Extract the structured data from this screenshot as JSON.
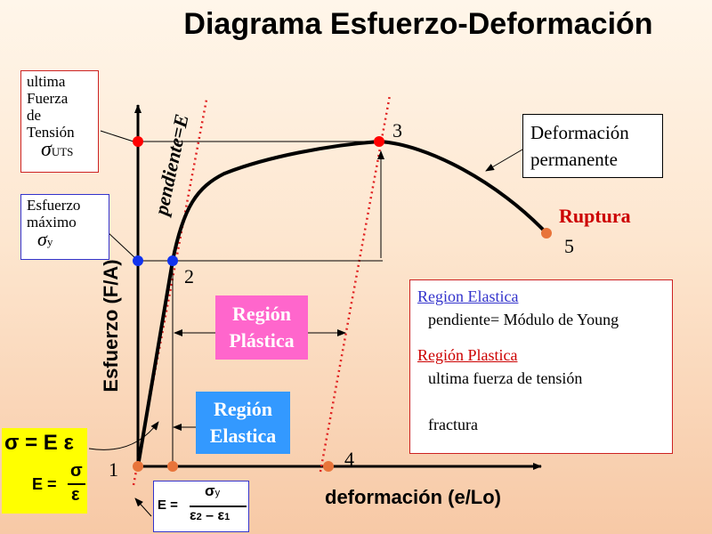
{
  "title": "Diagrama Esfuerzo-Deformación",
  "axes": {
    "y_label": "Esfuerzo  (F/A)",
    "x_label": "deformación (e/Lo)"
  },
  "slope_label": "pendiente=E",
  "points": {
    "p1": "1",
    "p2": "2",
    "p3": "3",
    "p4": "4",
    "p5": "5"
  },
  "rupture_label": "Ruptura",
  "uts_box": {
    "line1": "ultima",
    "line2": "Fuerza",
    "line3": "de",
    "line4": "Tensión",
    "symbol": "σ",
    "subscript": "UTS"
  },
  "yield_box": {
    "line1": "Esfuerzo",
    "line2": "máximo",
    "symbol": "σ",
    "subscript": "y"
  },
  "permanent_box": {
    "line1": "Deformación",
    "line2": "permanente"
  },
  "plastic_region": {
    "line1": "Región",
    "line2": "Plástica"
  },
  "elastic_region": {
    "line1": "Región",
    "line2": "Elastica"
  },
  "legend": {
    "elastic_title": "Region Elastica",
    "elastic_desc": "pendiente= Módulo de Young",
    "plastic_title": "Región Plastica",
    "plastic_desc1": "ultima fuerza de tensión",
    "plastic_desc2": "fractura"
  },
  "hooke": {
    "eq1": "σ = E ε",
    "e_label": "E =",
    "numerator": "σ",
    "denominator": "ε"
  },
  "modulus_formula": {
    "e_label": "E =",
    "numerator": "σ",
    "numerator_sub": "y",
    "eps": "ε",
    "sub2": "2",
    "minus": "– ε",
    "sub1": "1"
  },
  "colors": {
    "uts_border": "#cc2222",
    "yield_border": "#3333cc",
    "legend_border": "#cc2222",
    "plastic_fill": "#ff66cc",
    "elastic_fill": "#3399ff",
    "hooke_fill": "#ffff00",
    "red_point": "#ff0000",
    "blue_point": "#1133ee",
    "orange_point": "#e8743a",
    "rupture": "#cc0000",
    "link_blue": "#3333cc",
    "link_red": "#cc0000"
  }
}
